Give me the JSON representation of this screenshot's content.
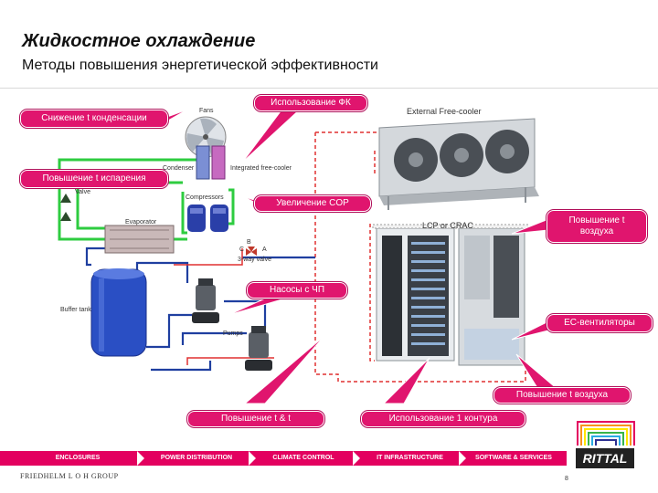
{
  "header": {
    "title": "Жидкостное охлаждение",
    "subtitle": "Методы повышения энергетической эффективности"
  },
  "callouts": {
    "condensation": "Снижение t конденсации",
    "free_cooling": "Использование ФК",
    "evaporation": "Повышение t испарения",
    "cop": "Увеличение COP",
    "air_temp_top": "Повышение t воздуха",
    "pumps_fc": "Насосы с ЧП",
    "ec_fans": "ЕС-вентиляторы",
    "air_temp_bottom": "Повышение t воздуха",
    "delta_t": "Повышение t &  t",
    "one_circuit": "Использование 1 контура"
  },
  "labels": {
    "fans": "Fans",
    "external_free_cooler": "External Free-cooler",
    "condenser": "Condenser",
    "integrated_free_cooler": "Integrated free-cooler",
    "valve": "Valve",
    "compressors": "Compressors",
    "evaporator": "Evaporator",
    "lcp_crac": "LCP or CRAC",
    "valve_b": "B",
    "valve_c": "C",
    "valve_a": "A",
    "three_way_valve": "3-way valve",
    "buffer_tank": "Buffer tank",
    "pumps": "Pumps"
  },
  "footer": {
    "items": [
      "ENCLOSURES",
      "POWER DISTRIBUTION",
      "CLIMATE CONTROL",
      "IT INFRASTRUCTURE",
      "SOFTWARE & SERVICES"
    ],
    "group": "FRIEDHELM  L O H  GROUP",
    "page": "8",
    "logo": "RITTAL"
  },
  "colors": {
    "callout": "#e0156e",
    "pipe_green": "#2ecc40",
    "pipe_blue": "#1f3fa0",
    "pipe_red": "#e03030",
    "accent_footer": "#e3005f"
  }
}
